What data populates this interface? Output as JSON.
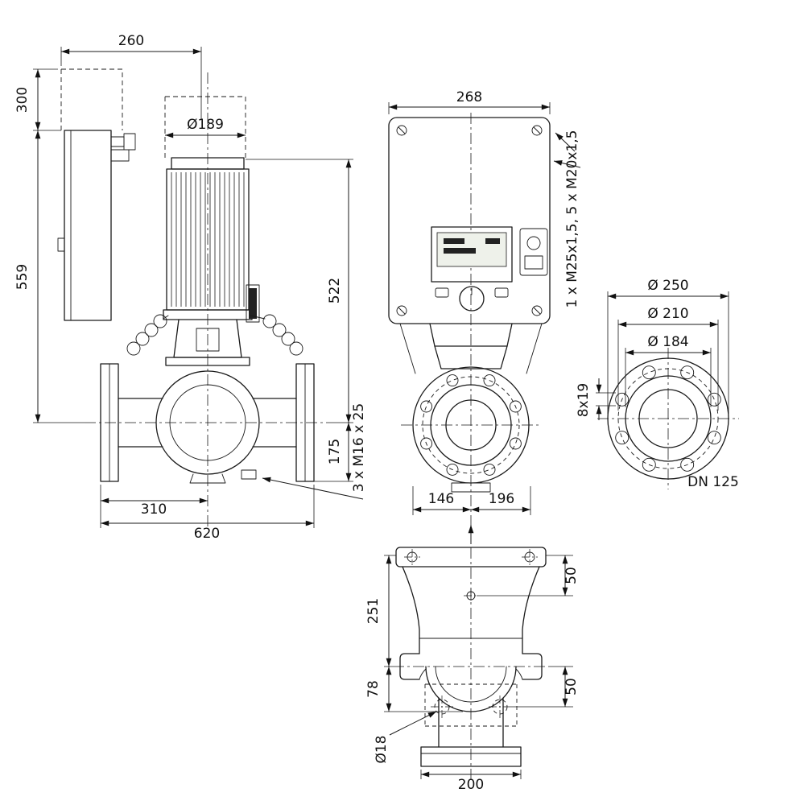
{
  "drawing": {
    "side_view": {
      "dim_width_module": "260",
      "dim_clearance": "300",
      "dim_motor_diameter": "Ø189",
      "dim_height_total": "559",
      "dim_height_motor": "522",
      "dim_height_port": "175",
      "dim_flange_to_axis": "310",
      "dim_length_total": "620",
      "label_drain_plug": "3 x M16 x 25"
    },
    "front_view": {
      "dim_module_width": "268",
      "label_cable_glands": "1 x M25x1,5, 5 x M20x1,5",
      "dim_left": "146",
      "dim_right": "196"
    },
    "flange_view": {
      "dim_outer": "Ø 250",
      "dim_bolt_circle": "Ø 210",
      "dim_raised_face": "Ø 184",
      "label_bolt_holes": "8x19",
      "label_nominal": "DN 125"
    },
    "top_view": {
      "dim_upper": "251",
      "dim_lower": "78",
      "dim_offset_top": "50",
      "dim_offset_bottom": "50",
      "label_hole": "Ø18",
      "dim_flange_width": "200"
    }
  }
}
